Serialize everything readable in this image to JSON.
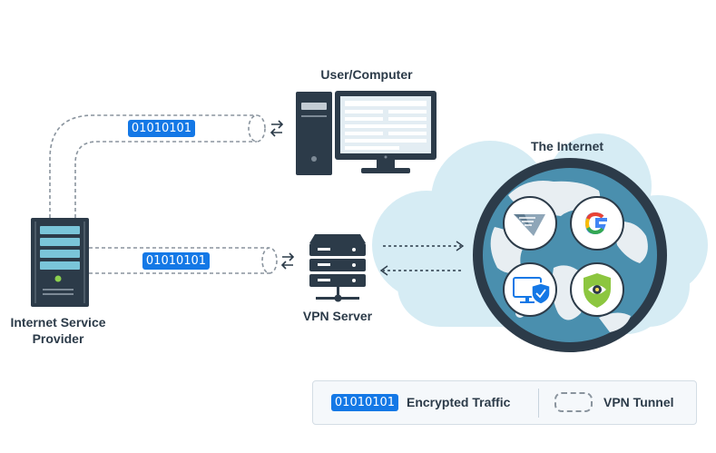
{
  "labels": {
    "user_computer": "User/Computer",
    "the_internet": "The Internet",
    "isp": "Internet Service Provider",
    "vpn_server": "VPN Server"
  },
  "traffic": {
    "top_chip": "01010101",
    "bottom_chip": "01010101"
  },
  "legend": {
    "chip": "01010101",
    "encrypted_traffic": "Encrypted Traffic",
    "vpn_tunnel": "VPN Tunnel"
  },
  "icons": [
    "computer-icon",
    "server-rack-icon",
    "vpn-server-icon",
    "globe-icon",
    "vpn-logo-icon",
    "google-icon",
    "monitor-shield-icon",
    "privacy-eye-icon",
    "swap-arrows-icon"
  ],
  "colors": {
    "accent": "#1478e6",
    "dark": "#2c3b49",
    "cloud": "#d6ecf4",
    "ocean": "#4a8fae",
    "land": "#e8eef2"
  }
}
